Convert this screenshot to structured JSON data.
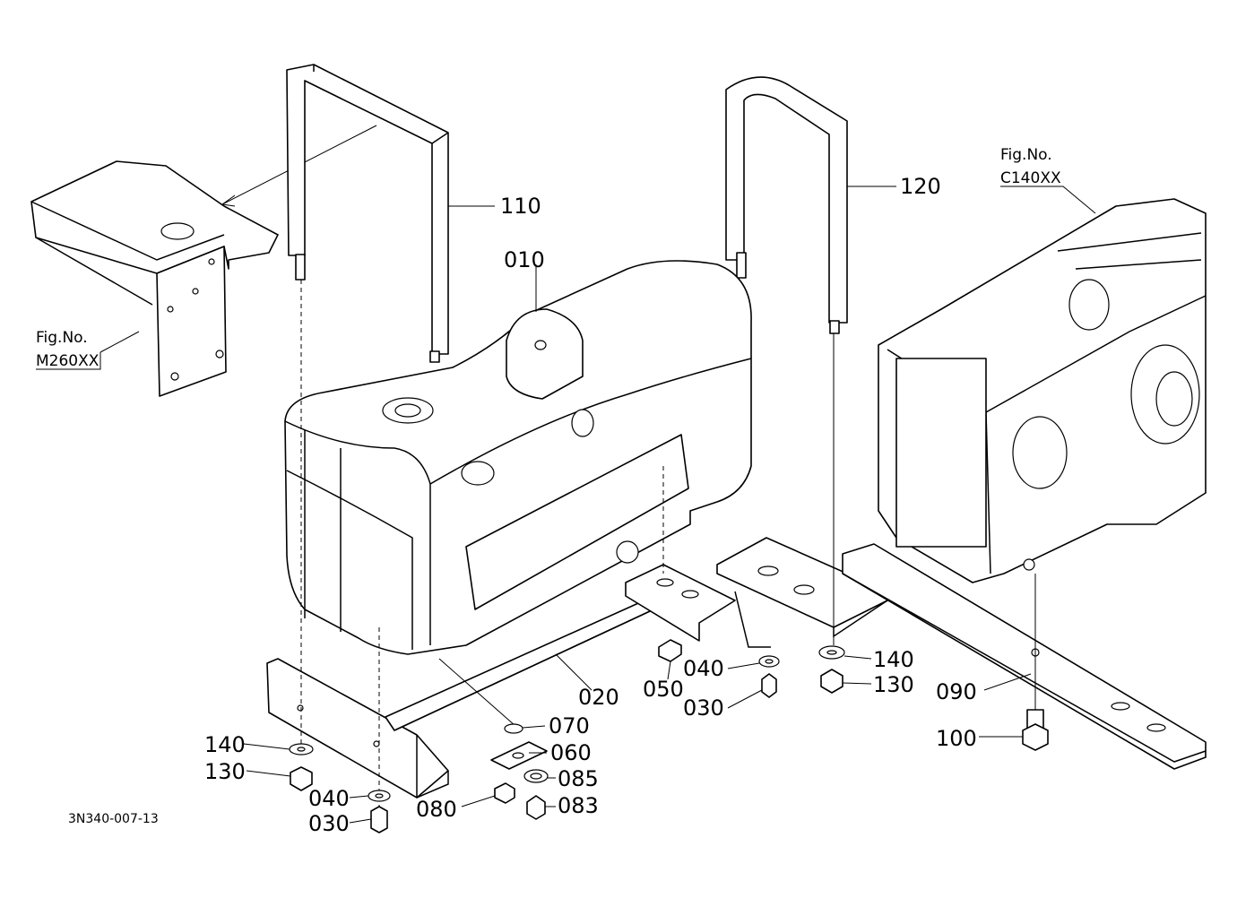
{
  "figure": {
    "drawing_id": "3N340-007-13",
    "background": "#ffffff",
    "ink": "#000000"
  },
  "references": [
    {
      "id": "ref-m260",
      "line1": "Fig.No.",
      "line2": "M260XX"
    },
    {
      "id": "ref-c140",
      "line1": "Fig.No.",
      "line2": "C140XX"
    }
  ],
  "callouts": {
    "p010": "010",
    "p020": "020",
    "p030a": "030",
    "p030b": "030",
    "p040a": "040",
    "p040b": "040",
    "p050": "050",
    "p060": "060",
    "p070": "070",
    "p080": "080",
    "p083": "083",
    "p085": "085",
    "p090": "090",
    "p100": "100",
    "p110": "110",
    "p120": "120",
    "p130a": "130",
    "p130b": "130",
    "p140a": "140",
    "p140b": "140"
  }
}
